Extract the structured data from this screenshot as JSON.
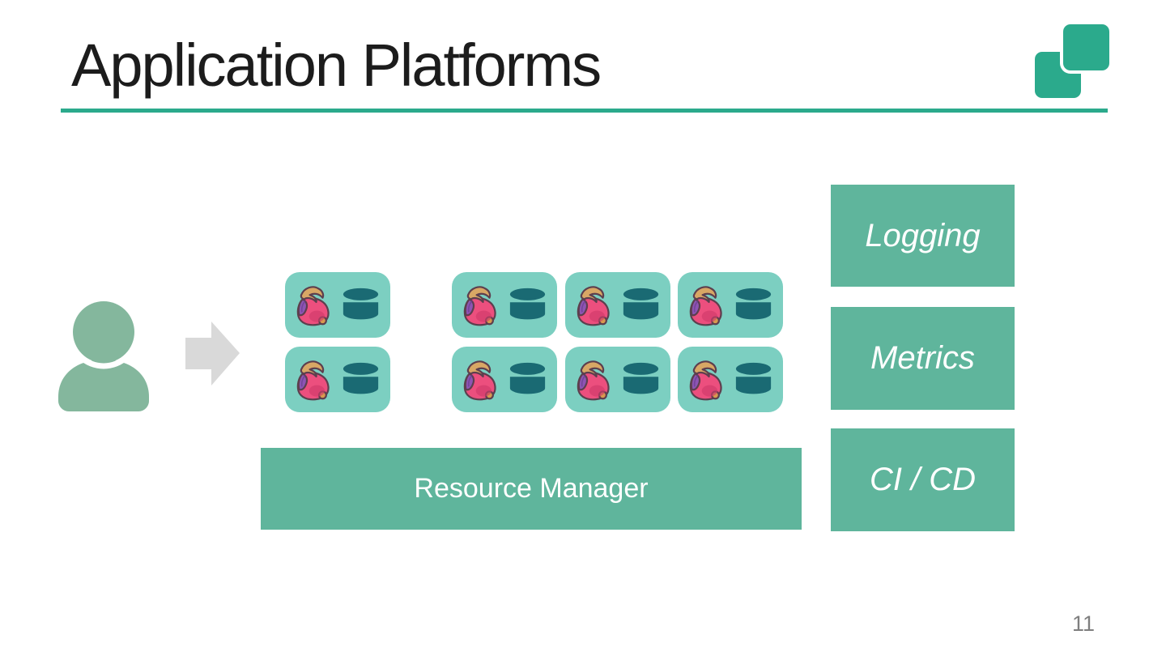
{
  "slide": {
    "title": "Application Platforms",
    "page_number": "11"
  },
  "diagram": {
    "user_icon": "user-icon",
    "arrow_icon": "right-arrow-icon",
    "instance_icons": [
      "app-blob-icon",
      "database-cylinder-icon"
    ],
    "standalone_instance_count": 2,
    "cluster_rows": 2,
    "cluster_columns": 3,
    "resource_manager": {
      "label": "Resource Manager"
    },
    "services": [
      {
        "label": "Logging"
      },
      {
        "label": "Metrics"
      },
      {
        "label": "CI / CD"
      }
    ]
  },
  "colors": {
    "accent_teal": "#2baa8c",
    "instance_box": "#7ccfc1",
    "panel_green": "#5fb59c",
    "cylinder_dark_teal": "#1a6a73",
    "person_green": "#84b79d",
    "arrow_gray": "#d9d9d9",
    "title_text": "#1c1c1c",
    "page_number_text": "#7f7f7f"
  }
}
